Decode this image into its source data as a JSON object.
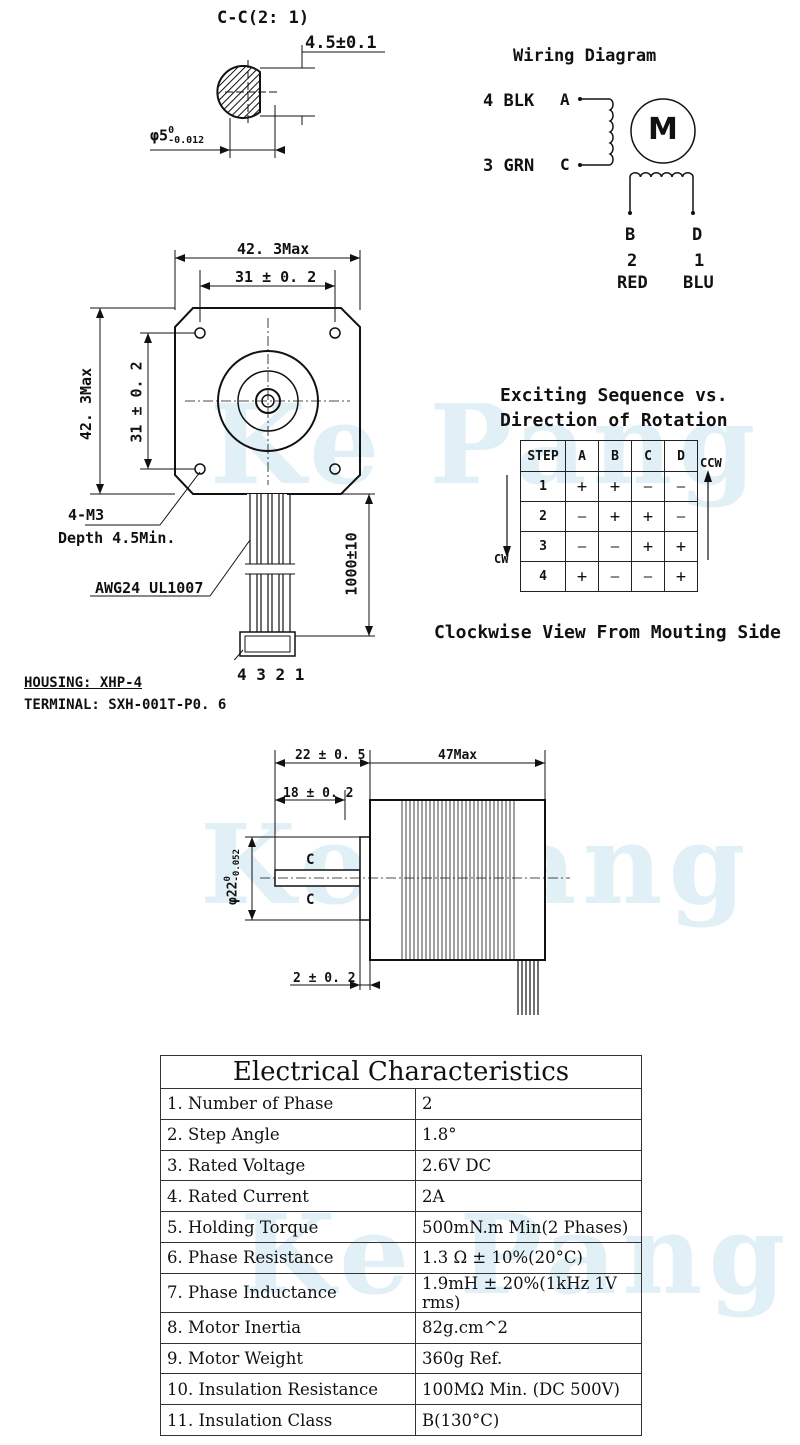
{
  "watermark": "Ke Pang",
  "section_view": {
    "title": "C-C(2: 1)",
    "flat_dim": "4.5±0.1",
    "dia_main": "φ5",
    "dia_tol_upper": "0",
    "dia_tol_lower": "-0.012"
  },
  "wiring": {
    "title": "Wiring Diagram",
    "wire4": "4 BLK",
    "wire3": "3 GRN",
    "term_a": "A",
    "term_c": "C",
    "term_b": "B",
    "term_d": "D",
    "num_b": "2",
    "num_d": "1",
    "color_b": "RED",
    "color_d": "BLU",
    "motor_symbol": "M"
  },
  "front_view": {
    "width_dim": "42. 3Max",
    "hole_pitch_h": "31 ± 0. 2",
    "height_dim": "42. 3Max",
    "hole_pitch_v": "31 ± 0. 2",
    "holes": "4-M3",
    "depth": "Depth 4.5Min.",
    "cable": "AWG24 UL1007",
    "cable_length": "1000±10",
    "housing": "HOUSING: XHP-4",
    "terminal": "TERMINAL: SXH-001T-P0. 6",
    "pins": "4 3 2 1"
  },
  "sequence": {
    "title_line1": "Exciting Sequence vs.",
    "title_line2": "Direction of Rotation",
    "headers": [
      "STEP",
      "A",
      "B",
      "C",
      "D"
    ],
    "rows": [
      [
        "1",
        "+",
        "+",
        "—",
        "—"
      ],
      [
        "2",
        "—",
        "+",
        "+",
        "—"
      ],
      [
        "3",
        "—",
        "—",
        "+",
        "+"
      ],
      [
        "4",
        "+",
        "—",
        "—",
        "+"
      ]
    ],
    "ccw": "CCW",
    "cw": "CW",
    "caption": "Clockwise View From Mouting Side"
  },
  "side_view": {
    "shaft_len": "22 ± 0. 5",
    "flat_len": "18 ± 0. 2",
    "body_len": "47Max",
    "pilot_dia": "φ22",
    "pilot_tol_upper": "0",
    "pilot_tol_lower": "-0.052",
    "pilot_height": "2 ± 0. 2",
    "section_mark": "C"
  },
  "electrical": {
    "title": "Electrical Characteristics",
    "rows": [
      {
        "name": "1. Number of Phase",
        "value": "2"
      },
      {
        "name": "2. Step Angle",
        "value": "1.8°"
      },
      {
        "name": "3. Rated Voltage",
        "value": "2.6V DC"
      },
      {
        "name": "4. Rated Current",
        "value": "2A"
      },
      {
        "name": "5. Holding Torque",
        "value": "500mN.m Min(2 Phases)"
      },
      {
        "name": "6. Phase Resistance",
        "value": "1.3 Ω ± 10%(20°C)"
      },
      {
        "name": "7. Phase Inductance",
        "value": "1.9mH ± 20%(1kHz 1V rms)"
      },
      {
        "name": "8. Motor Inertia",
        "value": "82g.cm^2"
      },
      {
        "name": "9. Motor Weight",
        "value": "360g Ref."
      },
      {
        "name": "10. Insulation Resistance",
        "value": "100MΩ Min. (DC 500V)"
      },
      {
        "name": "11. Insulation Class",
        "value": "B(130°C)"
      }
    ]
  }
}
